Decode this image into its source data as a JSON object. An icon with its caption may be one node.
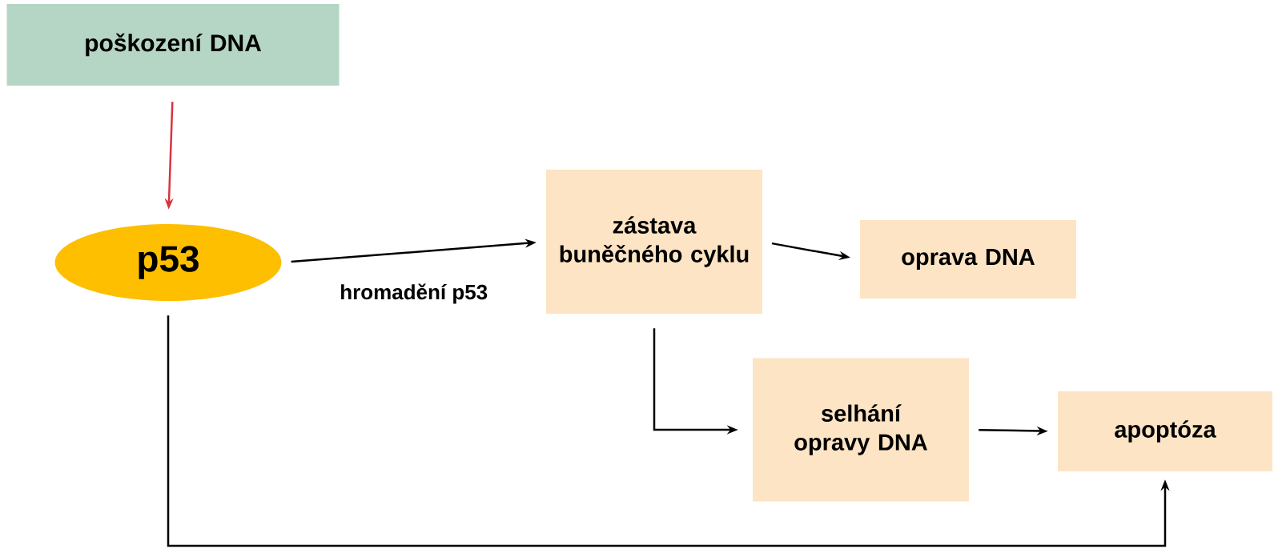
{
  "diagram": {
    "nodes": [
      {
        "text": [
          "poškození DNA"
        ]
      },
      {
        "text": [
          "p53"
        ]
      },
      {
        "text": [
          "zástava buněčného cyklu"
        ]
      },
      {
        "text": [
          "oprava DNA"
        ]
      },
      {
        "text": [
          "selhání opravy DNA"
        ]
      },
      {
        "text": [
          "apoptóza"
        ]
      }
    ],
    "edges": [
      {
        "from": 0,
        "to": 1,
        "arrow": "to",
        "color": "#d9333f"
      },
      {
        "from": 1,
        "to": 2,
        "arrow": "to",
        "label": "hromadění p53"
      },
      {
        "from": 2,
        "to": 3,
        "arrow": "to"
      },
      {
        "from": 2,
        "to": 4,
        "arrow": "to"
      },
      {
        "from": 4,
        "to": 5,
        "arrow": "to"
      },
      {
        "from": 1,
        "to": 5,
        "arrow": "to"
      }
    ]
  }
}
